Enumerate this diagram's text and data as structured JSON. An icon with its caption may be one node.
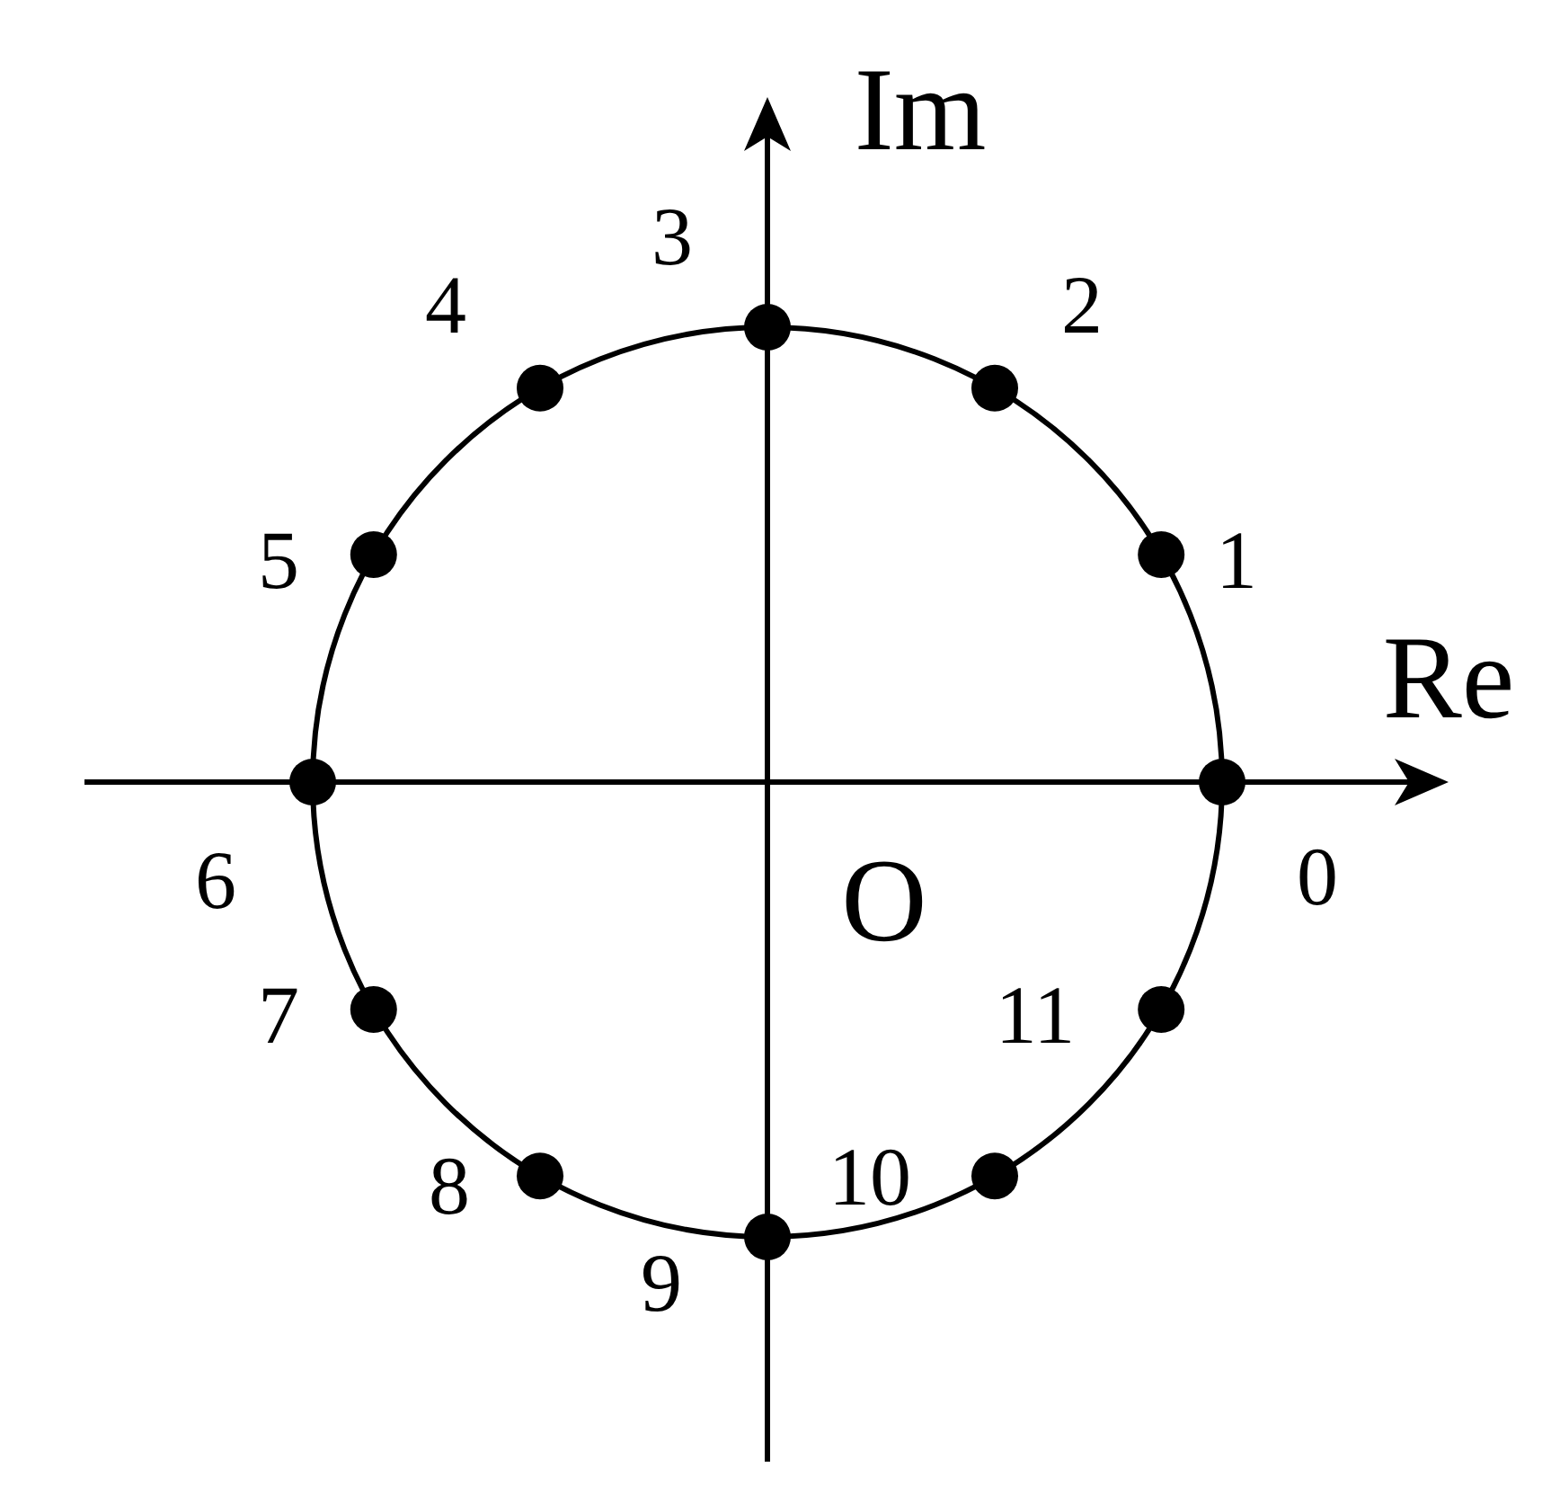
{
  "diagram": {
    "labels": [
      "Im",
      "3",
      "4",
      "2",
      "5",
      "1",
      "Re",
      "6",
      "0",
      "O",
      "7",
      "11",
      "8",
      "10",
      "9"
    ]
  }
}
